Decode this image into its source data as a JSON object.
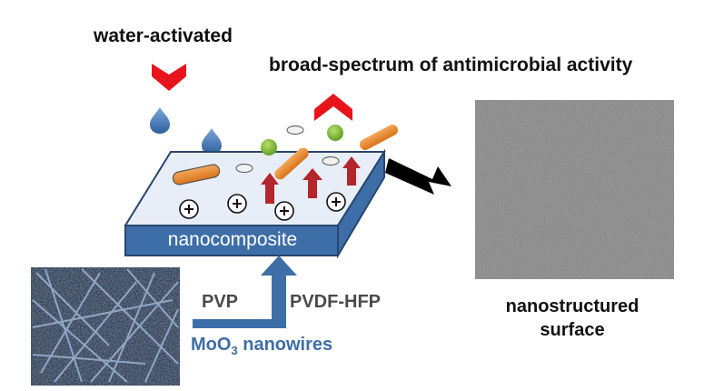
{
  "labels": {
    "water_activated": "water-activated",
    "antimicrobial": "broad-spectrum of antimicrobial activity",
    "nanocomposite": "nanocomposite",
    "pvp": "PVP",
    "pvdf_hfp": "PVDF-HFP",
    "moo3_prefix": "MoO",
    "moo3_sub": "3",
    "moo3_suffix": " nanowires",
    "nanostructured_line1": "nanostructured",
    "nanostructured_line2": "surface",
    "plus_sign": "+"
  },
  "colors": {
    "red": "#e8141c",
    "water_drop": "#3f76b8",
    "nanocomposite_box": "#3e6ea8",
    "slab_top": "#e8eef8",
    "bacteria": "#e8892f",
    "green_particle": "#7ab32e",
    "dark_red_arrow": "#b3262b",
    "arrow_blue": "#3e6ea8",
    "sem_gray": "#8a8a8a"
  },
  "icons": [
    "water-drop-icon",
    "chevron-down-icon",
    "chevron-up-icon",
    "bacterium-icon",
    "plus-icon",
    "arrow-right-icon",
    "arrow-up-icon"
  ]
}
